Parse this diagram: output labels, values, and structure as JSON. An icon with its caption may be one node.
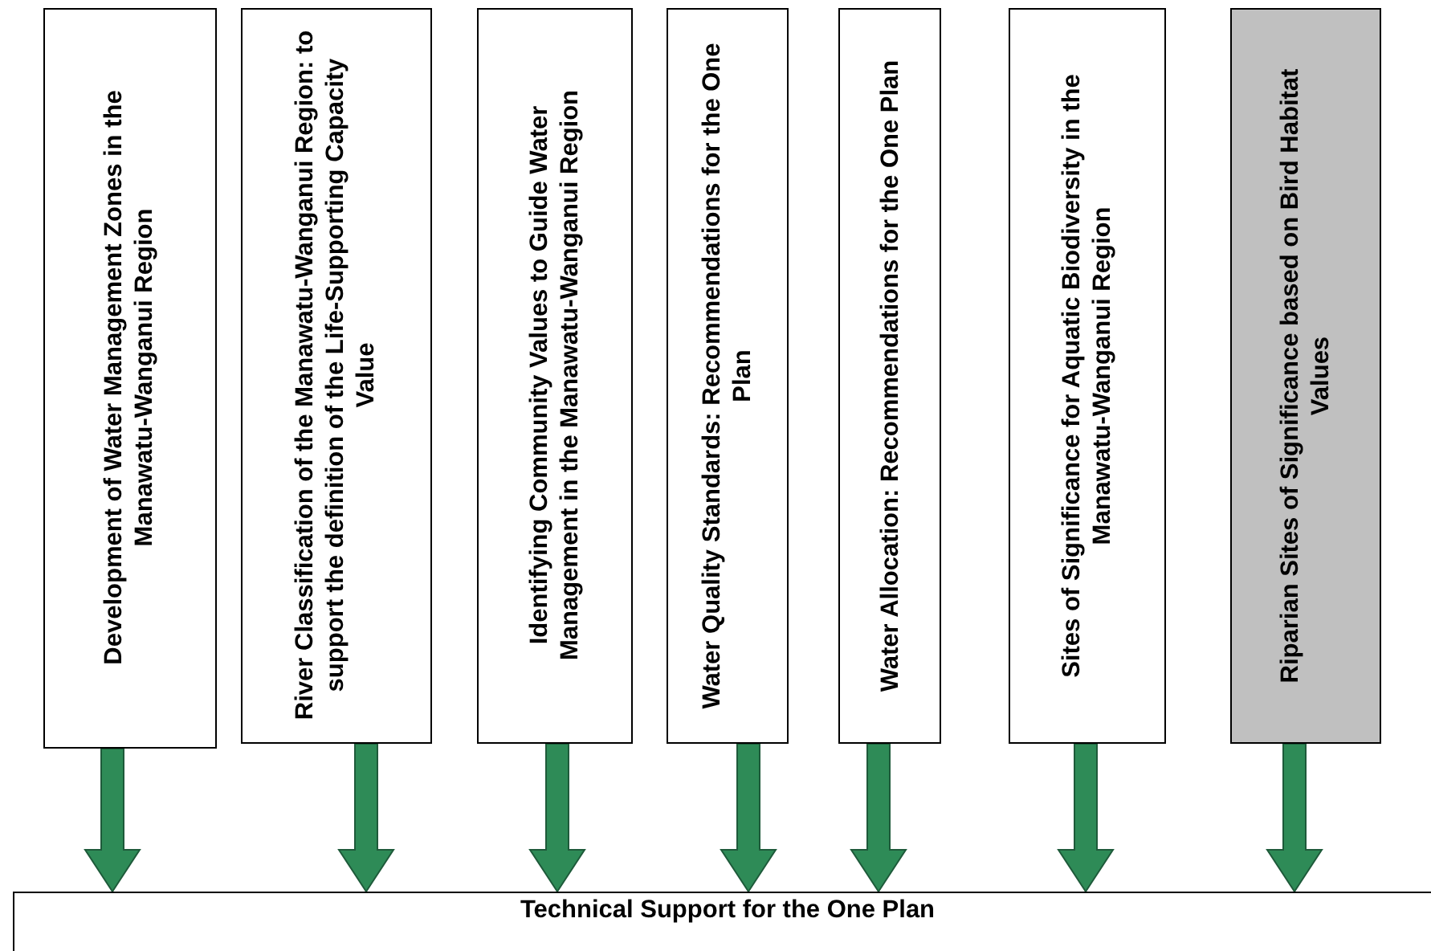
{
  "diagram": {
    "nodes": [
      {
        "text": [
          "Development of Water Management Zones in the Manawatu-Wanganui Region"
        ]
      },
      {
        "text": [
          "River Classification of the Manawatu-Wanganui Region: to support the definition of the Life-Supporting Capacity Value"
        ]
      },
      {
        "text": [
          "Identifying Community Values to Guide Water Management in the Manawatu-Wanganui Region"
        ]
      },
      {
        "text": [
          "Water Quality Standards: Recommendations for the One Plan"
        ]
      },
      {
        "text": [
          "Water Allocation: Recommendations for the One Plan"
        ]
      },
      {
        "text": [
          "Sites of Significance for Aquatic Biodiversity in the Manawatu-Wanganui  Region"
        ]
      },
      {
        "text": [
          "Riparian Sites of Significance based on Bird Habitat Values"
        ]
      },
      {
        "text": [
          "Technical Support for the One Plan"
        ]
      }
    ],
    "edges": [
      {
        "from": 0,
        "to": 7,
        "arrow": "to"
      },
      {
        "from": 1,
        "to": 7,
        "arrow": "to"
      },
      {
        "from": 2,
        "to": 7,
        "arrow": "to"
      },
      {
        "from": 3,
        "to": 7,
        "arrow": "to"
      },
      {
        "from": 4,
        "to": 7,
        "arrow": "to"
      },
      {
        "from": 5,
        "to": 7,
        "arrow": "to"
      },
      {
        "from": 6,
        "to": 7,
        "arrow": "to"
      }
    ]
  }
}
